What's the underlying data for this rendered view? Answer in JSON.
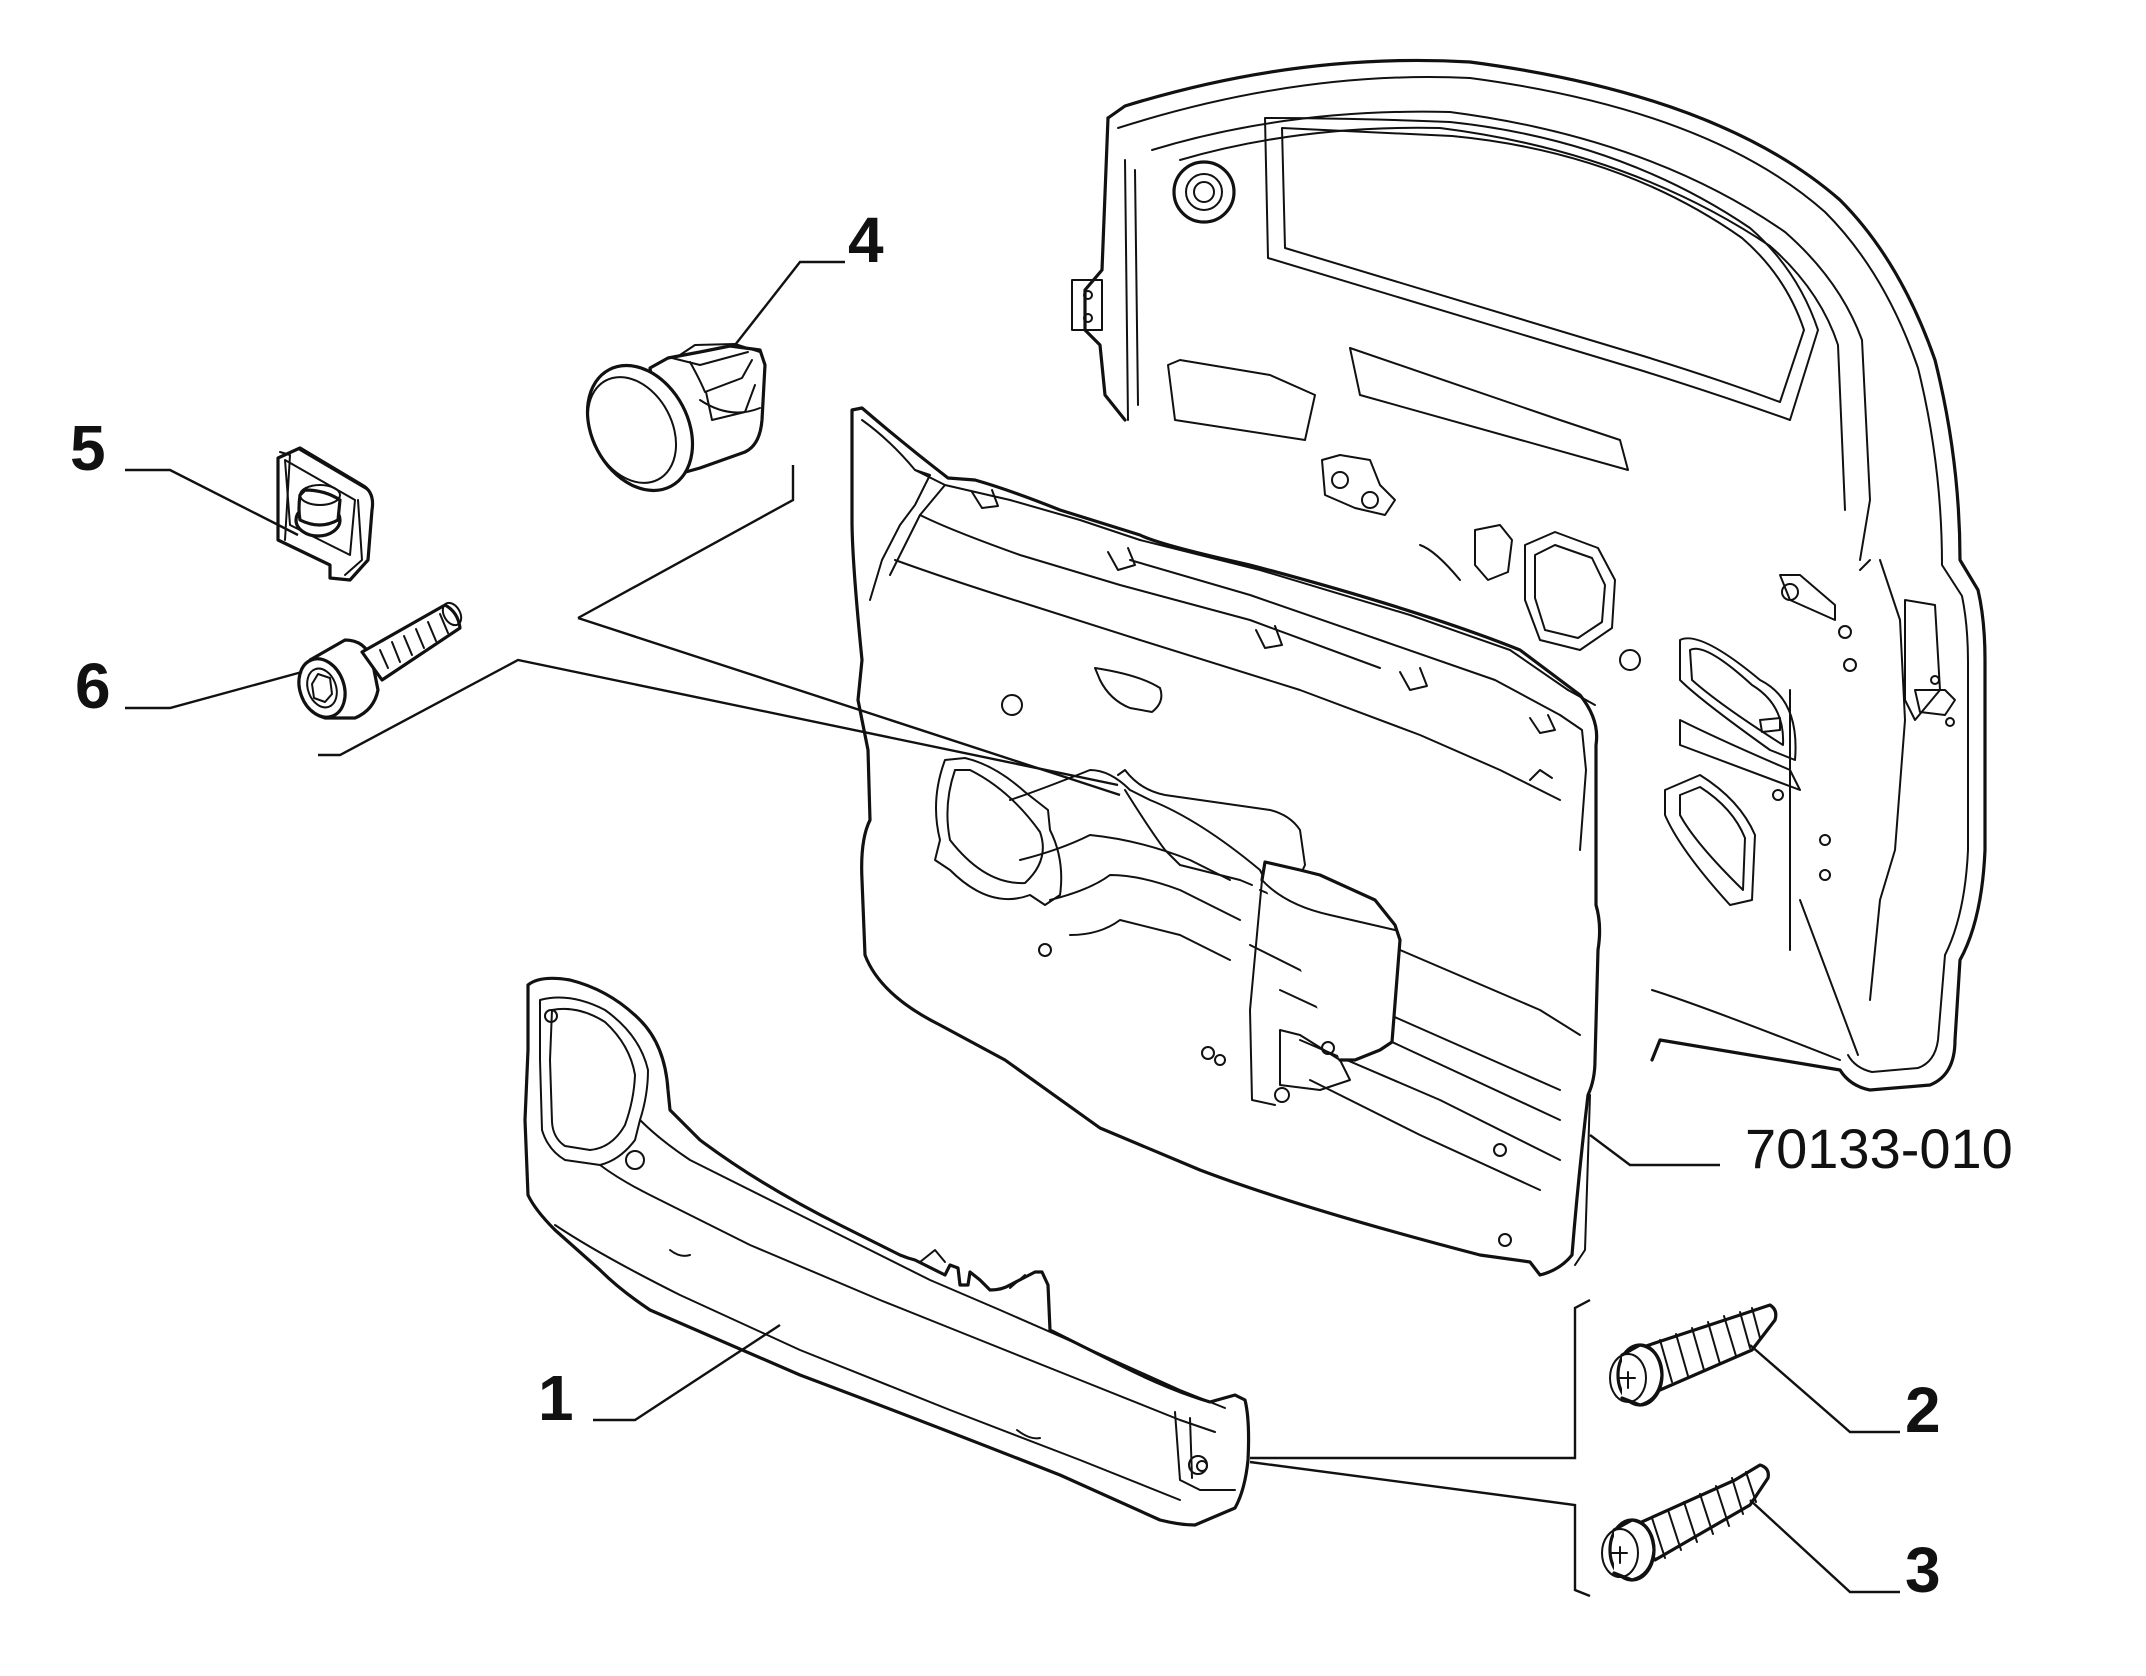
{
  "diagram": {
    "labels": {
      "part_1": "1",
      "part_2": "2",
      "part_3": "3",
      "part_4": "4",
      "part_5": "5",
      "part_6": "6",
      "reference": "70133-010"
    }
  }
}
